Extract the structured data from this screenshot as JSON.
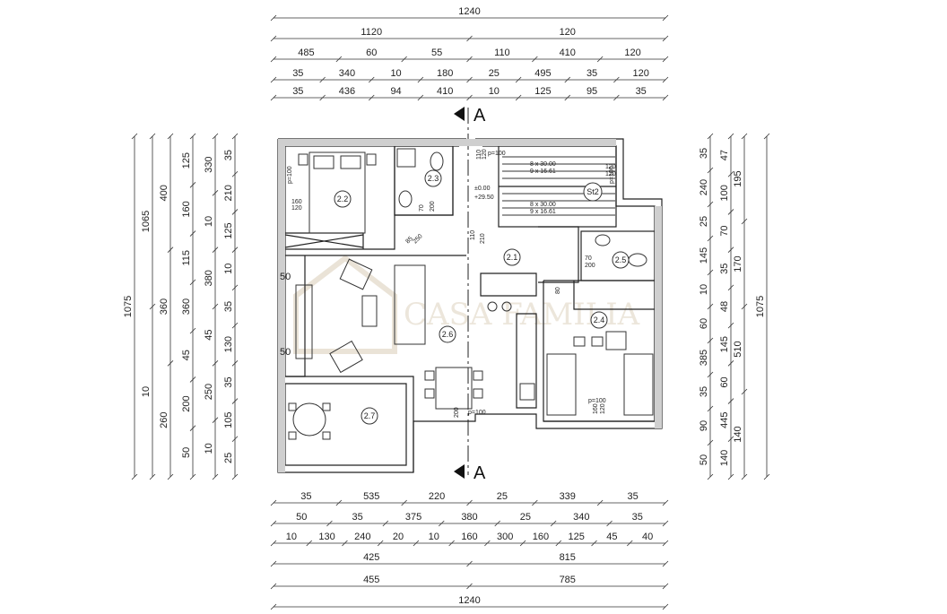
{
  "section": {
    "label": "A"
  },
  "watermark": {
    "text": "CASA FAMILIA"
  },
  "dims": {
    "top": [
      [
        "1240"
      ],
      [
        "1120",
        "120"
      ],
      [
        "485",
        "60",
        "55",
        "110",
        "410",
        "120"
      ],
      [
        "35",
        "340",
        "10",
        "180",
        "25",
        "495",
        "35",
        "120"
      ],
      [
        "35",
        "436",
        "94",
        "410",
        "10",
        "125",
        "95",
        "35"
      ]
    ],
    "bottom": [
      [
        "35",
        "535",
        "220",
        "25",
        "339",
        "35"
      ],
      [
        "50",
        "35",
        "375",
        "380",
        "25",
        "340",
        "35"
      ],
      [
        "10",
        "130",
        "240",
        "20",
        "10",
        "160",
        "300",
        "160",
        "125",
        "45",
        "40"
      ],
      [
        "425",
        "815"
      ],
      [
        "455",
        "785"
      ],
      [
        "1240"
      ]
    ],
    "left": [
      [
        "1075"
      ],
      [
        "1065",
        "10"
      ],
      [
        "400",
        "360",
        "260"
      ],
      [
        "125",
        "160",
        "115",
        "360",
        "45",
        "200",
        "50"
      ],
      [
        "330",
        "10",
        "380",
        "45",
        "250",
        "10"
      ],
      [
        "35",
        "210",
        "125",
        "10",
        "35",
        "130",
        "35",
        "105",
        "25"
      ]
    ],
    "right": [
      [
        "35",
        "240",
        "25",
        "145",
        "10",
        "60",
        "385",
        "35",
        "90",
        "50"
      ],
      [
        "47",
        "100",
        "70",
        "35",
        "48",
        "145",
        "60",
        "445",
        "140"
      ],
      [
        "195",
        "170",
        "510",
        "140"
      ],
      [
        "1075"
      ]
    ]
  },
  "rooms": [
    {
      "id": "2.2",
      "notes": [
        "p=100",
        "160",
        "120"
      ]
    },
    {
      "id": "2.3",
      "notes": [
        "70",
        "200"
      ]
    },
    {
      "id": "2.1",
      "notes": [
        "110",
        "210"
      ]
    },
    {
      "id": "St2",
      "notes": [
        "8 x 30.00",
        "9 x 16.61",
        "8 x 30.00",
        "9 x 16.61",
        "120",
        "120",
        "p=100"
      ]
    },
    {
      "id": "2.5",
      "notes": [
        "70",
        "200"
      ]
    },
    {
      "id": "2.6",
      "notes": [
        "p=100",
        "200",
        "80"
      ]
    },
    {
      "id": "2.4",
      "notes": [
        "p=100",
        "160",
        "120"
      ]
    },
    {
      "id": "2.7",
      "notes": []
    }
  ],
  "levels": {
    "level": "±0.00",
    "abs": "+29.50"
  },
  "labels": {
    "p100": "p=100",
    "door_top": "110",
    "door_bot": "120",
    "d80": "80",
    "d250": "250",
    "d85": "85",
    "opening_50a": "50",
    "opening_50b": "50"
  }
}
